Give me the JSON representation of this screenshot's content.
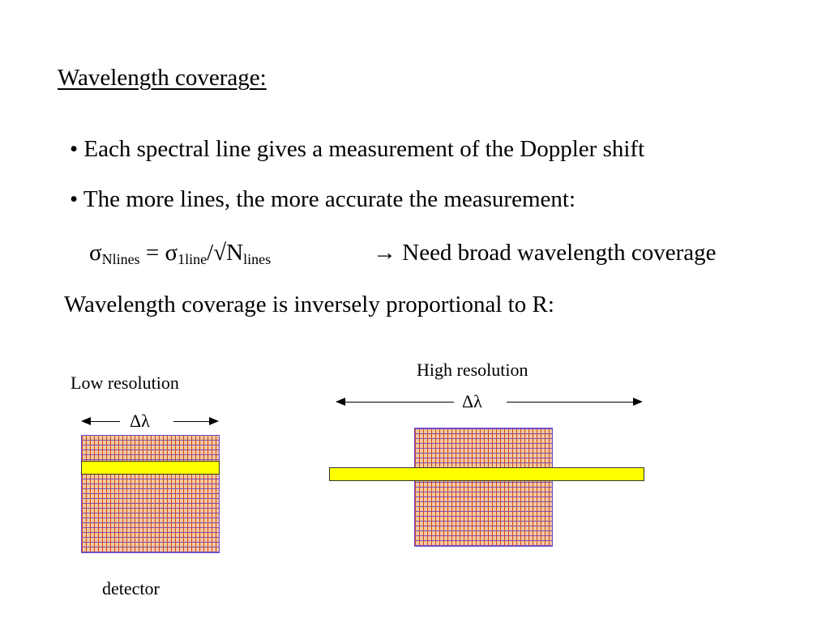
{
  "slide": {
    "title": "Wavelength coverage:",
    "bullets": [
      "• Each spectral line gives a measurement of the Doppler shift",
      "• The more lines, the more accurate the measurement:"
    ],
    "formula": {
      "sigma": "σ",
      "sub_nlines": "Nlines",
      "equals": " = ",
      "sub_1line": "1line",
      "slash_sqrt": "/√",
      "n": "N",
      "sub_lines": "lines"
    },
    "need": "→ Need broad wavelength coverage",
    "statement": "Wavelength coverage is inversely proportional to R:",
    "low_label": "Low resolution",
    "high_label": "High resolution",
    "delta_lambda": "Δλ",
    "detector_label": "detector",
    "colors": {
      "spectrum": "#ffff00",
      "detector_fill": "#f7c79c",
      "grid_vertical": "#c84a1a",
      "grid_horizontal": "#6a4bd8"
    }
  }
}
